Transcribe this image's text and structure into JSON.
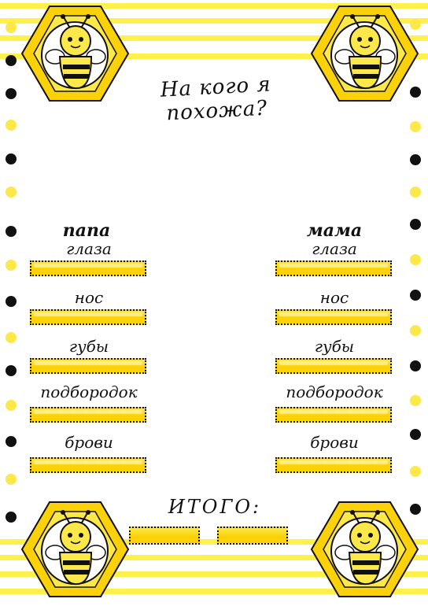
{
  "title": "На кого я похожа?",
  "columns": [
    {
      "heading": "папа"
    },
    {
      "heading": "мама"
    }
  ],
  "features": [
    "глаза",
    "нос",
    "губы",
    "подбородок",
    "брови"
  ],
  "total_label": "ИТОГО:",
  "colors": {
    "yellow": "#fde84a",
    "deep_yellow": "#fbd20a",
    "black": "#111111",
    "stripe": "#fff04a"
  },
  "icons": [
    "bee-icon"
  ]
}
